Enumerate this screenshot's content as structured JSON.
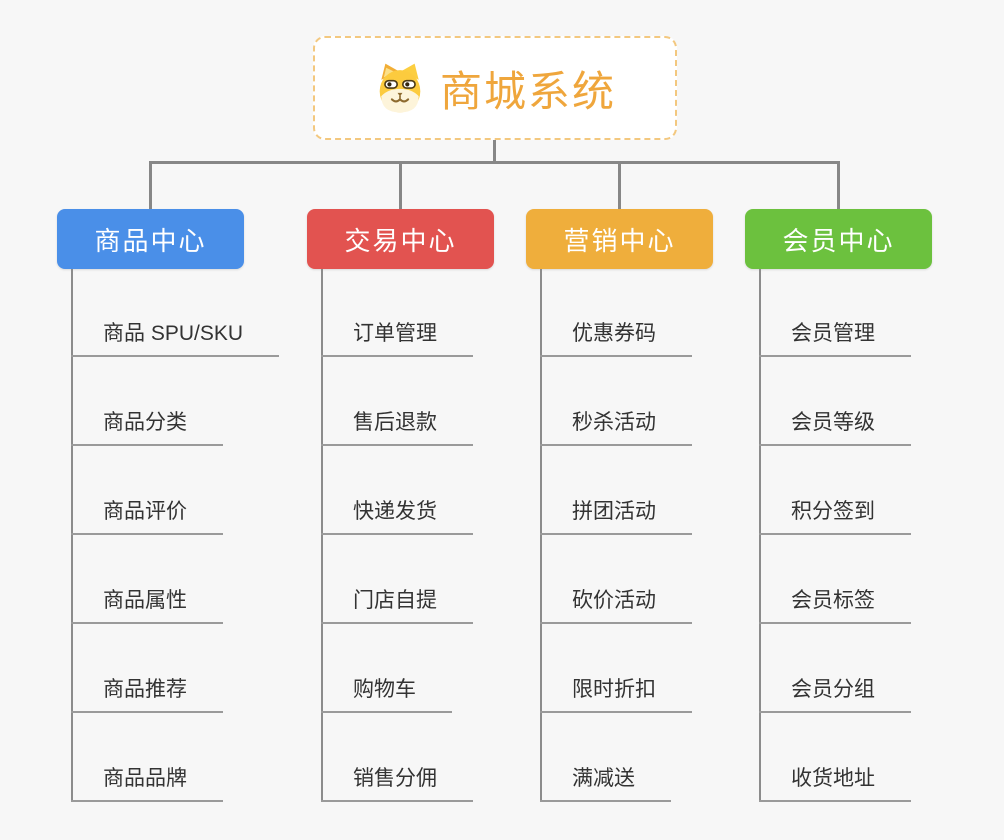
{
  "root": {
    "title": "商城系统",
    "icon": "dog-face-icon",
    "accent_color": "#efa63c",
    "border_color": "#f3c87f"
  },
  "connector_color": "#878787",
  "branches": [
    {
      "label": "商品中心",
      "color": "#4a8fe8",
      "items": [
        "商品 SPU/SKU",
        "商品分类",
        "商品评价",
        "商品属性",
        "商品推荐",
        "商品品牌"
      ]
    },
    {
      "label": "交易中心",
      "color": "#e25350",
      "items": [
        "订单管理",
        "售后退款",
        "快递发货",
        "门店自提",
        "购物车",
        "销售分佣"
      ]
    },
    {
      "label": "营销中心",
      "color": "#efae3c",
      "items": [
        "优惠券码",
        "秒杀活动",
        "拼团活动",
        "砍价活动",
        "限时折扣",
        "满减送"
      ]
    },
    {
      "label": "会员中心",
      "color": "#6cc13e",
      "items": [
        "会员管理",
        "会员等级",
        "积分签到",
        "会员标签",
        "会员分组",
        "收货地址"
      ]
    }
  ]
}
